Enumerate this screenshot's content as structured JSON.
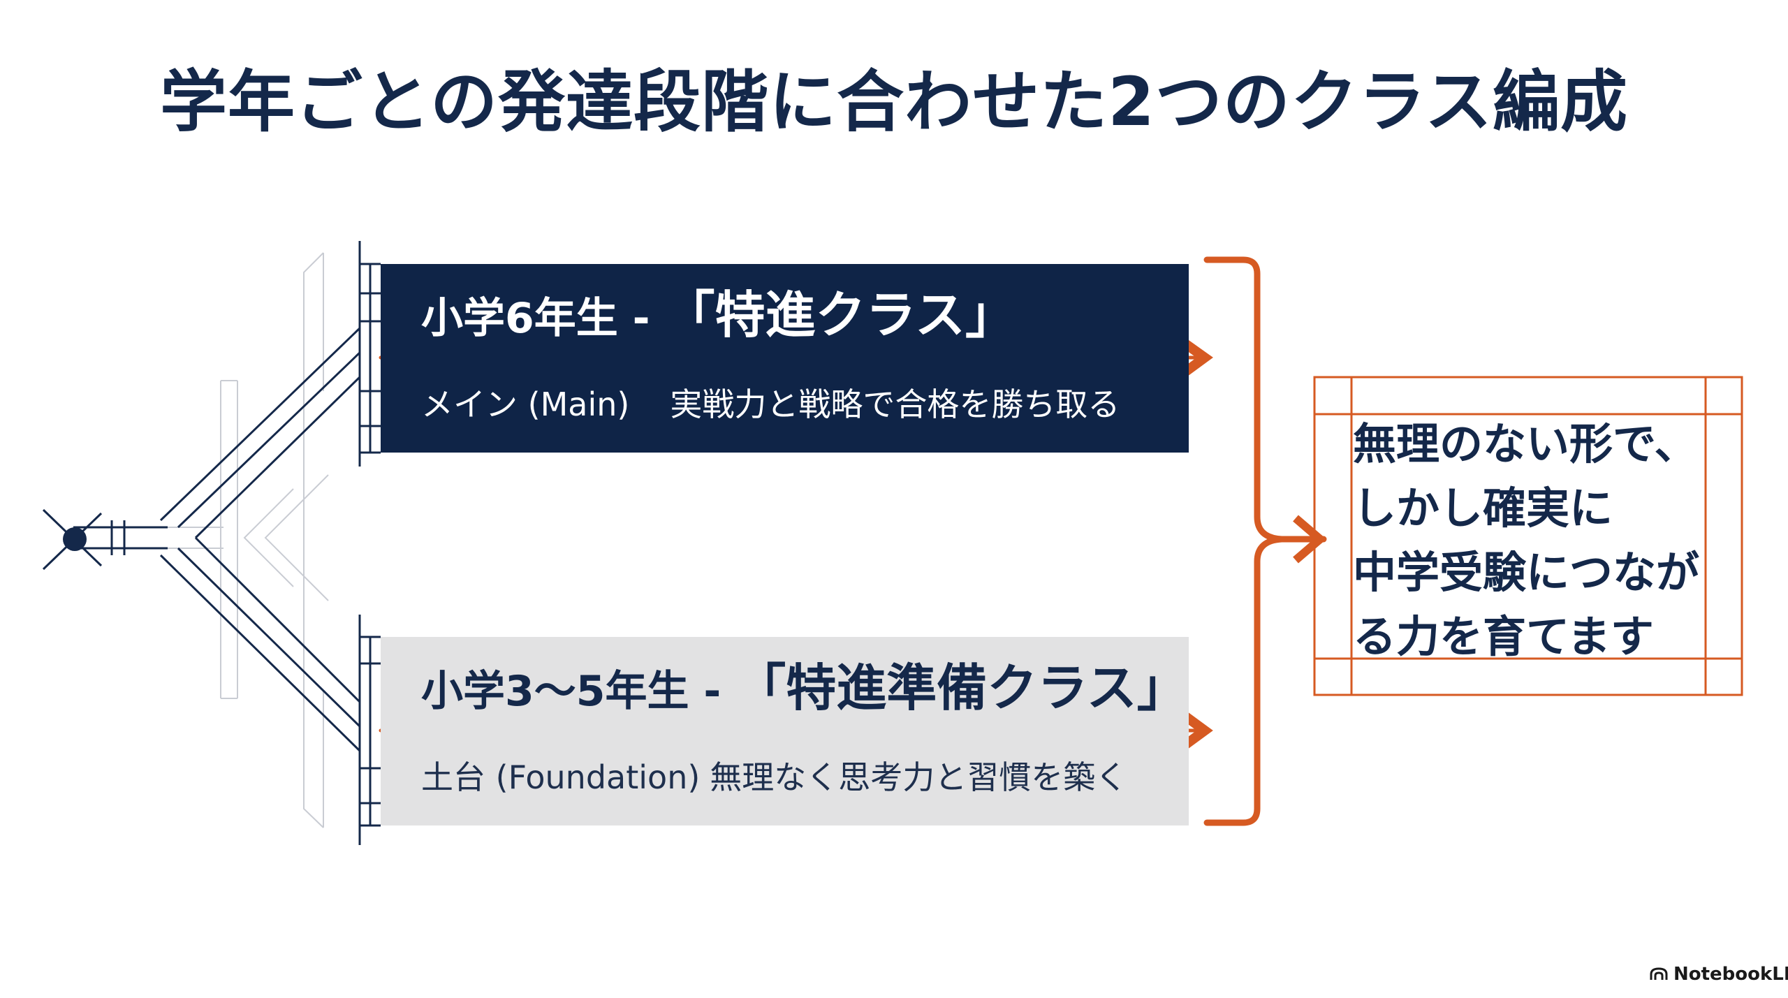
{
  "title": "学年ごとの発達段階に合わせた2つのクラス編成",
  "classes": [
    {
      "grade": "小学6年生 - ",
      "name": "「特進クラス」",
      "role": "メイン (Main)",
      "description": "実戦力と戦略で合格を勝ち取る"
    },
    {
      "grade": "小学3〜5年生 - ",
      "name": "「特進準備クラス」",
      "role": "土台 (Foundation)",
      "description": "無理なく思考力と習慣を築く"
    }
  ],
  "result": {
    "lines": [
      "無理のない形で、",
      "しかし確実に",
      "中学受験につなが",
      "る力を育てます"
    ]
  },
  "branding": {
    "name": "NotebookLM",
    "icon": "notebooklm-logo-icon"
  },
  "colors": {
    "navy": "#0f2447",
    "orange": "#d65a22",
    "light_gray": "#e2e2e3"
  }
}
